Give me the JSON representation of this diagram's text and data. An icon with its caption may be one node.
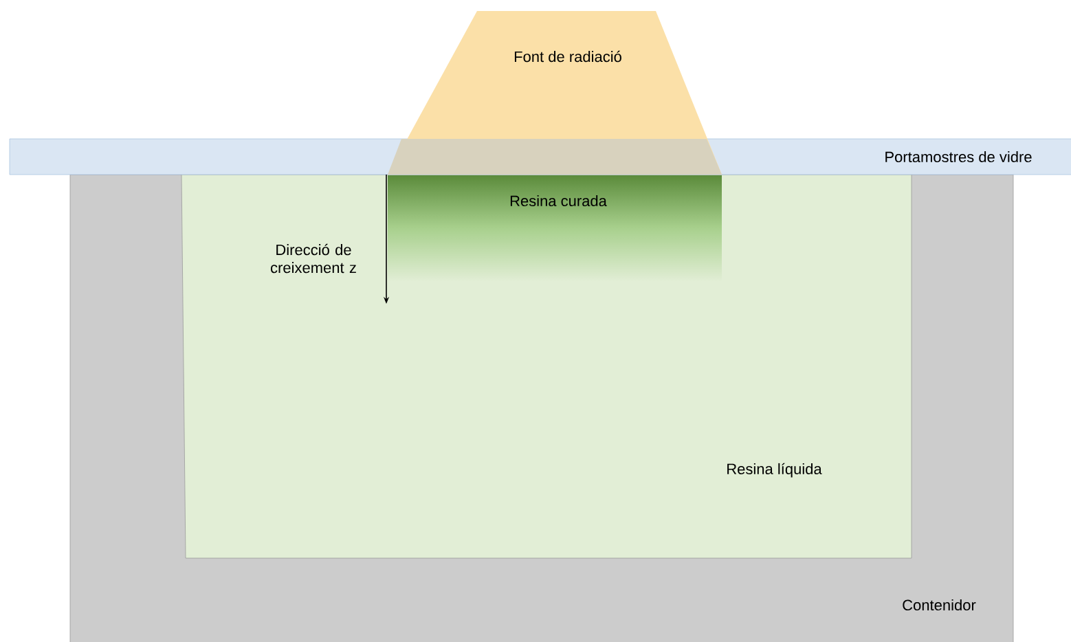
{
  "diagram": {
    "nodes": [
      {
        "text": [
          "Contenidor"
        ]
      },
      {
        "text": [
          "Resina líquida"
        ],
        "in": 0
      },
      {
        "text": [
          "Resina curada"
        ],
        "in": 1
      },
      {
        "text": [
          "Portamostres de vidre"
        ]
      },
      {
        "text": [
          "Font de radiació"
        ]
      }
    ],
    "labels": [
      "Direcció de creixement z"
    ]
  }
}
